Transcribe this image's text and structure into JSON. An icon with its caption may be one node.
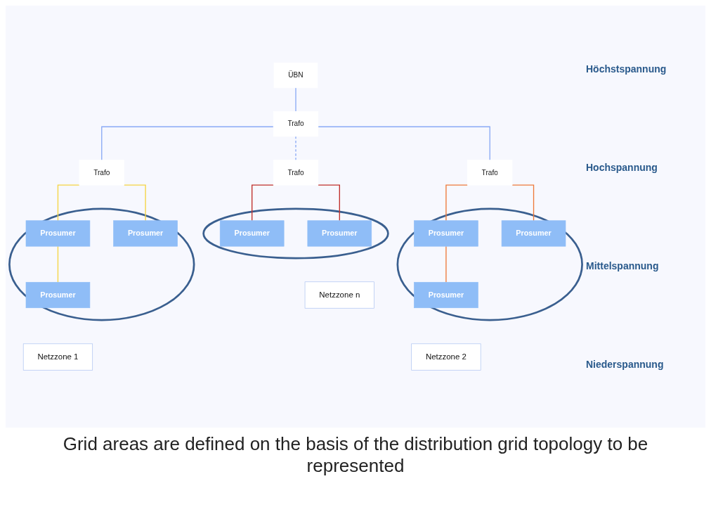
{
  "diagram": {
    "caption": "Grid areas are defined on the basis of the distribution grid topology to be represented",
    "nodes": [
      {
        "text": [
          "ÜBN"
        ]
      },
      {
        "text": [
          "Trafo"
        ]
      },
      {
        "text": [
          "Trafo"
        ]
      },
      {
        "text": [
          "Trafo"
        ]
      },
      {
        "text": [
          "Trafo"
        ]
      },
      {
        "text": [],
        "shape": "circle"
      },
      {
        "text": [
          "Prosumer"
        ],
        "in": 5
      },
      {
        "text": [
          "Prosumer"
        ],
        "in": 5
      },
      {
        "text": [
          "Prosumer"
        ],
        "in": 5
      },
      {
        "text": [],
        "shape": "circle"
      },
      {
        "text": [
          "Prosumer"
        ],
        "in": 9
      },
      {
        "text": [
          "Prosumer"
        ],
        "in": 9
      },
      {
        "text": [
          "Prosumer"
        ],
        "in": 9
      },
      {
        "text": [],
        "shape": "circle"
      },
      {
        "text": [
          "Prosumer"
        ],
        "in": 13
      },
      {
        "text": [
          "Prosumer"
        ],
        "in": 13
      },
      {
        "text": [
          "Netzzone 1"
        ]
      },
      {
        "text": [
          "Netzzone 2"
        ]
      },
      {
        "text": [
          "Netzzone n"
        ]
      }
    ],
    "edges": [
      {
        "from": 0,
        "to": 1,
        "arrow": "none"
      },
      {
        "from": 1,
        "to": 2,
        "arrow": "none"
      },
      {
        "from": 1,
        "to": 3,
        "arrow": "none"
      },
      {
        "from": 1,
        "to": 4,
        "arrow": "none",
        "style": "dashed"
      },
      {
        "from": 2,
        "to": 6,
        "arrow": "none",
        "color": "#f5d442"
      },
      {
        "from": 2,
        "to": 7,
        "arrow": "none",
        "color": "#f5d442"
      },
      {
        "from": 6,
        "to": 8,
        "arrow": "none",
        "color": "#f5d442"
      },
      {
        "from": 3,
        "to": 11,
        "arrow": "none",
        "color": "#ee7a3a"
      },
      {
        "from": 3,
        "to": 10,
        "arrow": "none",
        "color": "#ee7a3a"
      },
      {
        "from": 10,
        "to": 12,
        "arrow": "none",
        "color": "#ee7a3a"
      },
      {
        "from": 4,
        "to": 14,
        "arrow": "none",
        "color": "#c0302b"
      },
      {
        "from": 4,
        "to": 15,
        "arrow": "none",
        "color": "#c0302b"
      }
    ],
    "labels": [
      "Höchstspannung",
      "Hochspannung",
      "Mittelspannung",
      "Niederspannung"
    ]
  }
}
